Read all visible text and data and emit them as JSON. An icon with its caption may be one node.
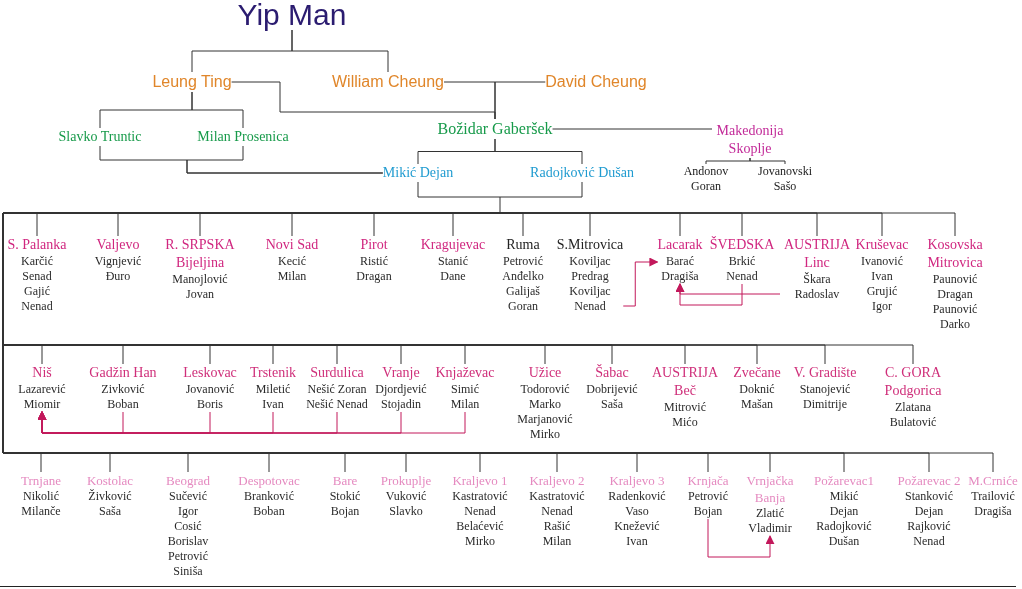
{
  "diagram": {
    "nodes": [
      {
        "text": [
          "Yip Man"
        ]
      },
      {
        "text": [
          "Leung Ting"
        ]
      },
      {
        "text": [
          "William Cheung"
        ]
      },
      {
        "text": [
          "David Cheung"
        ]
      },
      {
        "text": [
          "Slavko Truntic"
        ]
      },
      {
        "text": [
          "Milan Prosenica"
        ]
      },
      {
        "text": [
          "Božidar Gaberšek"
        ]
      },
      {
        "text": [
          "Makedonija Skoplje"
        ]
      },
      {
        "text": [
          "Andonov Goran"
        ]
      },
      {
        "text": [
          "Jovanovski Sašo"
        ]
      },
      {
        "text": [
          "Mikić Dejan"
        ]
      },
      {
        "text": [
          "Radojković Dušan"
        ]
      },
      {
        "text": [
          "S. Palanka",
          "Karčić Senad",
          "Gajić Nenad"
        ]
      },
      {
        "text": [
          "Valjevo",
          "Vignjević Đuro"
        ]
      },
      {
        "text": [
          "R. SRPSKA Bijeljina",
          "Manojlović Jovan"
        ]
      },
      {
        "text": [
          "Novi Sad",
          "Kecić Milan"
        ]
      },
      {
        "text": [
          "Pirot",
          "Ristić Dragan"
        ]
      },
      {
        "text": [
          "Kragujevac",
          "Stanić Dane"
        ]
      },
      {
        "text": [
          "Ruma",
          "Petrović Anđelko",
          "Galijaš Goran"
        ]
      },
      {
        "text": [
          "S.Mitrovica",
          "Koviljac Predrag",
          "Koviljac Nenad"
        ]
      },
      {
        "text": [
          "Lacarak",
          "Barać Dragiša"
        ]
      },
      {
        "text": [
          "ŠVEDSKA",
          "Brkić Nenad"
        ]
      },
      {
        "text": [
          "AUSTRIJA Linc",
          "Škara Radoslav"
        ]
      },
      {
        "text": [
          "Kruševac",
          "Ivanović Ivan",
          "Grujić Igor"
        ]
      },
      {
        "text": [
          "Kosovska Mitrovica",
          "Paunović Dragan",
          "Paunović Darko"
        ]
      },
      {
        "text": [
          "Niš",
          "Lazarević Miomir"
        ]
      },
      {
        "text": [
          "Gadžin Han",
          "Zivković Boban"
        ]
      },
      {
        "text": [
          "Leskovac",
          "Jovanović Boris"
        ]
      },
      {
        "text": [
          "Trstenik",
          "Miletić Ivan"
        ]
      },
      {
        "text": [
          "Surdulica",
          "Nešić Zoran",
          "Nešić Nenad"
        ]
      },
      {
        "text": [
          "Vranje",
          "Djordjević Stojadin"
        ]
      },
      {
        "text": [
          "Knjaževac",
          "Simić Milan"
        ]
      },
      {
        "text": [
          "Užice",
          "Todorović Marko",
          "Marjanović Mirko"
        ]
      },
      {
        "text": [
          "Šabac",
          "Dobrijević Saša"
        ]
      },
      {
        "text": [
          "AUSTRIJA Beč",
          "Mitrović Mićo"
        ]
      },
      {
        "text": [
          "Zvečane",
          "Doknić Mašan"
        ]
      },
      {
        "text": [
          "V. Gradište",
          "Stanojević Dimitrije"
        ]
      },
      {
        "text": [
          "C. GORA Podgorica",
          "Zlatana Bulatović"
        ]
      },
      {
        "text": [
          "Trnjane",
          "Nikolić Milanče"
        ]
      },
      {
        "text": [
          "Kostolac",
          "Živković Saša"
        ]
      },
      {
        "text": [
          "Beograd",
          "Sučević Igor",
          "Cosić Borislav",
          "Petrović Siniša"
        ]
      },
      {
        "text": [
          "Despotovac",
          "Branković Boban"
        ]
      },
      {
        "text": [
          "Bare",
          "Stokić Bojan"
        ]
      },
      {
        "text": [
          "Prokuplje",
          "Vuković Slavko"
        ]
      },
      {
        "text": [
          "Kraljevo 1",
          "Kastratović Nenad",
          "Belaćević Mirko"
        ]
      },
      {
        "text": [
          "Kraljevo 2",
          "Kastratović Nenad",
          "Rašić Milan"
        ]
      },
      {
        "text": [
          "Kraljevo 3",
          "Radenković Vaso",
          "Knežević Ivan"
        ]
      },
      {
        "text": [
          "Krnjača",
          "Petrović Bojan"
        ]
      },
      {
        "text": [
          "Vrnjačka Banja",
          "Zlatić Vladimir"
        ]
      },
      {
        "text": [
          "Požarevac1",
          "Mikić Dejan",
          "Radojković Dušan"
        ]
      },
      {
        "text": [
          "Požarevac 2",
          "Stanković Dejan",
          "Rajković Nenad"
        ]
      },
      {
        "text": [
          "M.Crniće",
          "Trailović Dragiša"
        ]
      }
    ],
    "edges": [
      {
        "from": 0,
        "to": 1,
        "arrow": "none"
      },
      {
        "from": 0,
        "to": 2,
        "arrow": "none"
      },
      {
        "from": 1,
        "to": 4,
        "arrow": "none"
      },
      {
        "from": 1,
        "to": 5,
        "arrow": "none"
      },
      {
        "from": 1,
        "to": 6,
        "arrow": "none"
      },
      {
        "from": 2,
        "to": 6,
        "arrow": "none"
      },
      {
        "from": 3,
        "to": 6,
        "arrow": "none"
      },
      {
        "from": 4,
        "to": 10,
        "arrow": "none"
      },
      {
        "from": 5,
        "to": 10,
        "arrow": "none"
      },
      {
        "from": 6,
        "to": 7,
        "arrow": "none"
      },
      {
        "from": 7,
        "to": 8,
        "arrow": "none"
      },
      {
        "from": 7,
        "to": 9,
        "arrow": "none"
      },
      {
        "from": 6,
        "to": 10,
        "arrow": "none"
      },
      {
        "from": 6,
        "to": 11,
        "arrow": "none"
      },
      {
        "from": 10,
        "to": 12,
        "arrow": "none"
      },
      {
        "from": 10,
        "to": 13,
        "arrow": "none"
      },
      {
        "from": 10,
        "to": 14,
        "arrow": "none"
      },
      {
        "from": 10,
        "to": 15,
        "arrow": "none"
      },
      {
        "from": 10,
        "to": 16,
        "arrow": "none"
      },
      {
        "from": 10,
        "to": 17,
        "arrow": "none"
      },
      {
        "from": 10,
        "to": 18,
        "arrow": "none"
      },
      {
        "from": 10,
        "to": 19,
        "arrow": "none"
      },
      {
        "from": 10,
        "to": 20,
        "arrow": "none"
      },
      {
        "from": 10,
        "to": 21,
        "arrow": "none"
      },
      {
        "from": 10,
        "to": 22,
        "arrow": "none"
      },
      {
        "from": 10,
        "to": 23,
        "arrow": "none"
      },
      {
        "from": 10,
        "to": 24,
        "arrow": "none"
      },
      {
        "from": 10,
        "to": 25,
        "arrow": "none"
      },
      {
        "from": 10,
        "to": 26,
        "arrow": "none"
      },
      {
        "from": 10,
        "to": 27,
        "arrow": "none"
      },
      {
        "from": 10,
        "to": 28,
        "arrow": "none"
      },
      {
        "from": 10,
        "to": 29,
        "arrow": "none"
      },
      {
        "from": 10,
        "to": 30,
        "arrow": "none"
      },
      {
        "from": 10,
        "to": 31,
        "arrow": "none"
      },
      {
        "from": 10,
        "to": 32,
        "arrow": "none"
      },
      {
        "from": 10,
        "to": 33,
        "arrow": "none"
      },
      {
        "from": 10,
        "to": 34,
        "arrow": "none"
      },
      {
        "from": 10,
        "to": 35,
        "arrow": "none"
      },
      {
        "from": 10,
        "to": 36,
        "arrow": "none"
      },
      {
        "from": 10,
        "to": 37,
        "arrow": "none"
      },
      {
        "from": 10,
        "to": 38,
        "arrow": "none"
      },
      {
        "from": 10,
        "to": 39,
        "arrow": "none"
      },
      {
        "from": 10,
        "to": 40,
        "arrow": "none"
      },
      {
        "from": 10,
        "to": 41,
        "arrow": "none"
      },
      {
        "from": 10,
        "to": 42,
        "arrow": "none"
      },
      {
        "from": 10,
        "to": 43,
        "arrow": "none"
      },
      {
        "from": 10,
        "to": 44,
        "arrow": "none"
      },
      {
        "from": 10,
        "to": 45,
        "arrow": "none"
      },
      {
        "from": 10,
        "to": 46,
        "arrow": "none"
      },
      {
        "from": 10,
        "to": 47,
        "arrow": "none"
      },
      {
        "from": 10,
        "to": 48,
        "arrow": "none"
      },
      {
        "from": 10,
        "to": 49,
        "arrow": "none"
      },
      {
        "from": 10,
        "to": 50,
        "arrow": "none"
      },
      {
        "from": 10,
        "to": 51,
        "arrow": "none"
      },
      {
        "from": 11,
        "to": 12,
        "arrow": "none"
      },
      {
        "from": 11,
        "to": 13,
        "arrow": "none"
      },
      {
        "from": 11,
        "to": 14,
        "arrow": "none"
      },
      {
        "from": 11,
        "to": 15,
        "arrow": "none"
      },
      {
        "from": 11,
        "to": 16,
        "arrow": "none"
      },
      {
        "from": 11,
        "to": 17,
        "arrow": "none"
      },
      {
        "from": 11,
        "to": 18,
        "arrow": "none"
      },
      {
        "from": 11,
        "to": 19,
        "arrow": "none"
      },
      {
        "from": 11,
        "to": 20,
        "arrow": "none"
      },
      {
        "from": 11,
        "to": 21,
        "arrow": "none"
      },
      {
        "from": 11,
        "to": 22,
        "arrow": "none"
      },
      {
        "from": 11,
        "to": 23,
        "arrow": "none"
      },
      {
        "from": 11,
        "to": 24,
        "arrow": "none"
      },
      {
        "from": 11,
        "to": 25,
        "arrow": "none"
      },
      {
        "from": 11,
        "to": 26,
        "arrow": "none"
      },
      {
        "from": 11,
        "to": 27,
        "arrow": "none"
      },
      {
        "from": 11,
        "to": 28,
        "arrow": "none"
      },
      {
        "from": 11,
        "to": 29,
        "arrow": "none"
      },
      {
        "from": 11,
        "to": 30,
        "arrow": "none"
      },
      {
        "from": 11,
        "to": 31,
        "arrow": "none"
      },
      {
        "from": 11,
        "to": 32,
        "arrow": "none"
      },
      {
        "from": 11,
        "to": 33,
        "arrow": "none"
      },
      {
        "from": 11,
        "to": 34,
        "arrow": "none"
      },
      {
        "from": 11,
        "to": 35,
        "arrow": "none"
      },
      {
        "from": 11,
        "to": 36,
        "arrow": "none"
      },
      {
        "from": 11,
        "to": 37,
        "arrow": "none"
      },
      {
        "from": 11,
        "to": 38,
        "arrow": "none"
      },
      {
        "from": 11,
        "to": 39,
        "arrow": "none"
      },
      {
        "from": 11,
        "to": 40,
        "arrow": "none"
      },
      {
        "from": 11,
        "to": 41,
        "arrow": "none"
      },
      {
        "from": 11,
        "to": 42,
        "arrow": "none"
      },
      {
        "from": 11,
        "to": 43,
        "arrow": "none"
      },
      {
        "from": 11,
        "to": 44,
        "arrow": "none"
      },
      {
        "from": 11,
        "to": 45,
        "arrow": "none"
      },
      {
        "from": 11,
        "to": 46,
        "arrow": "none"
      },
      {
        "from": 11,
        "to": 47,
        "arrow": "none"
      },
      {
        "from": 11,
        "to": 48,
        "arrow": "none"
      },
      {
        "from": 11,
        "to": 49,
        "arrow": "none"
      },
      {
        "from": 11,
        "to": 50,
        "arrow": "none"
      },
      {
        "from": 11,
        "to": 51,
        "arrow": "none"
      },
      {
        "from": 19,
        "to": 20,
        "arrow": "to",
        "color": "#c2185b"
      },
      {
        "from": 21,
        "to": 20,
        "arrow": "to",
        "color": "#c2185b"
      },
      {
        "from": 22,
        "to": 20,
        "arrow": "to",
        "color": "#c2185b"
      },
      {
        "from": 26,
        "to": 25,
        "arrow": "to",
        "color": "#c2185b"
      },
      {
        "from": 27,
        "to": 25,
        "arrow": "to",
        "color": "#c2185b"
      },
      {
        "from": 28,
        "to": 25,
        "arrow": "to",
        "color": "#c2185b"
      },
      {
        "from": 29,
        "to": 25,
        "arrow": "to",
        "color": "#c2185b"
      },
      {
        "from": 30,
        "to": 25,
        "arrow": "to",
        "color": "#c2185b"
      },
      {
        "from": 31,
        "to": 25,
        "arrow": "to",
        "color": "#c2185b"
      },
      {
        "from": 47,
        "to": 48,
        "arrow": "to",
        "color": "#c2185b"
      }
    ]
  }
}
